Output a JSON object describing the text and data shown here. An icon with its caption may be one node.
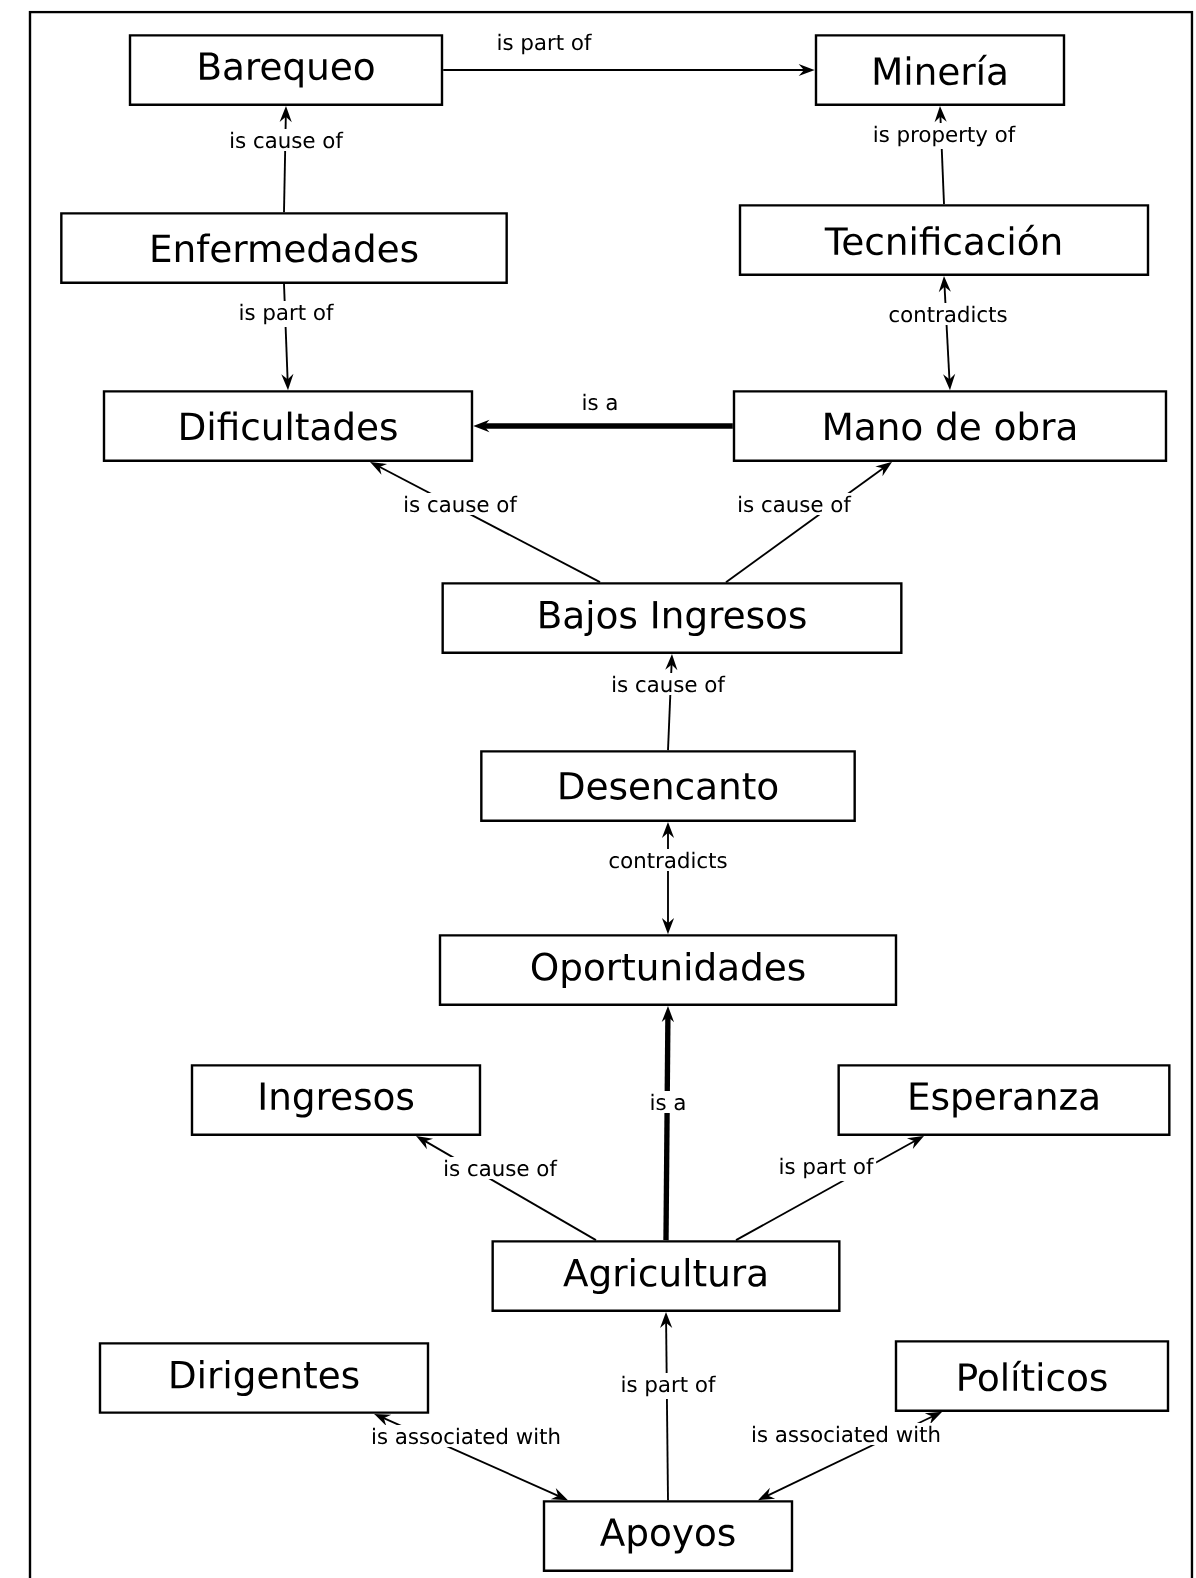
{
  "diagram": {
    "nodes": [
      {
        "text": [
          "Barequeo"
        ]
      },
      {
        "text": [
          "Minería"
        ]
      },
      {
        "text": [
          "Enfermedades"
        ]
      },
      {
        "text": [
          "Tecnificación"
        ]
      },
      {
        "text": [
          "Dificultades"
        ]
      },
      {
        "text": [
          "Mano de obra"
        ]
      },
      {
        "text": [
          "Bajos Ingresos"
        ]
      },
      {
        "text": [
          "Desencanto"
        ]
      },
      {
        "text": [
          "Oportunidades"
        ]
      },
      {
        "text": [
          "Ingresos"
        ]
      },
      {
        "text": [
          "Esperanza"
        ]
      },
      {
        "text": [
          "Agricultura"
        ]
      },
      {
        "text": [
          "Dirigentes"
        ]
      },
      {
        "text": [
          "Políticos"
        ]
      },
      {
        "text": [
          "Apoyos"
        ]
      }
    ],
    "edges": [
      {
        "from": 0,
        "to": 1,
        "arrow": "to",
        "label": "is part of"
      },
      {
        "from": 2,
        "to": 0,
        "arrow": "to",
        "label": "is cause of"
      },
      {
        "from": 3,
        "to": 1,
        "arrow": "to",
        "label": "is property of"
      },
      {
        "from": 2,
        "to": 4,
        "arrow": "to",
        "label": "is part of"
      },
      {
        "from": 5,
        "to": 3,
        "arrow": "both",
        "label": "contradicts"
      },
      {
        "from": 5,
        "to": 4,
        "arrow": "to",
        "label": "is a",
        "style": "thick"
      },
      {
        "from": 6,
        "to": 4,
        "arrow": "to",
        "label": "is cause of"
      },
      {
        "from": 6,
        "to": 5,
        "arrow": "to",
        "label": "is cause of"
      },
      {
        "from": 7,
        "to": 6,
        "arrow": "to",
        "label": "is cause of"
      },
      {
        "from": 7,
        "to": 8,
        "arrow": "both",
        "label": "contradicts"
      },
      {
        "from": 11,
        "to": 8,
        "arrow": "to",
        "label": "is a",
        "style": "thick"
      },
      {
        "from": 11,
        "to": 9,
        "arrow": "to",
        "label": "is cause of"
      },
      {
        "from": 11,
        "to": 10,
        "arrow": "to",
        "label": "is part of"
      },
      {
        "from": 14,
        "to": 11,
        "arrow": "to",
        "label": "is part of"
      },
      {
        "from": 14,
        "to": 12,
        "arrow": "both",
        "label": "is associated with"
      },
      {
        "from": 14,
        "to": 13,
        "arrow": "both",
        "label": "is associated with"
      }
    ]
  }
}
